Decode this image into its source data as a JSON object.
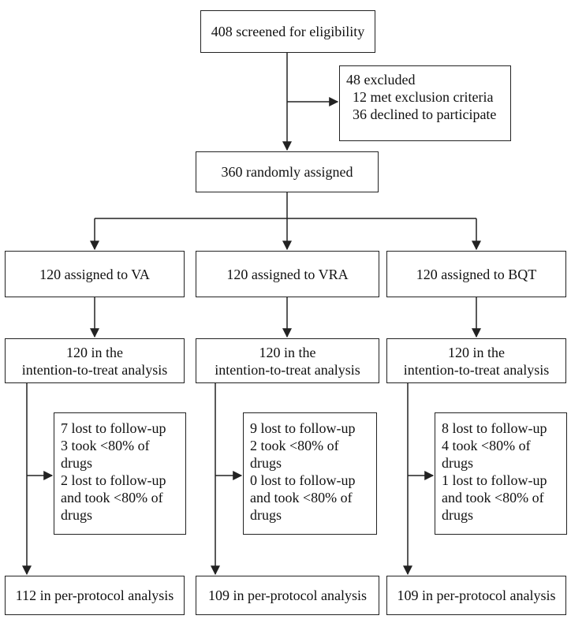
{
  "screened": "408 screened for eligibility",
  "excluded": {
    "title": "48 excluded",
    "reasons": [
      "12 met exclusion criteria",
      "36 declined to participate"
    ]
  },
  "randomized": "360 randomly assigned",
  "arms": [
    {
      "assigned": "120 assigned to VA",
      "itt": [
        "120 in the",
        "intention-to-treat analysis"
      ],
      "losses": [
        "7 lost to follow-up",
        "3 took <80% of",
        "drugs",
        "2 lost to follow-up",
        "and took <80% of",
        "drugs"
      ],
      "per_protocol": "112 in per-protocol analysis"
    },
    {
      "assigned": "120 assigned to VRA",
      "itt": [
        "120 in the",
        "intention-to-treat analysis"
      ],
      "losses": [
        "9 lost to follow-up",
        "2 took <80% of",
        "drugs",
        "0 lost to follow-up",
        "and took <80% of",
        "drugs"
      ],
      "per_protocol": "109 in per-protocol analysis"
    },
    {
      "assigned": "120 assigned to BQT",
      "itt": [
        "120 in the",
        "intention-to-treat analysis"
      ],
      "losses": [
        "8 lost to follow-up",
        "4 took <80% of",
        "drugs",
        "1 lost to follow-up",
        "and took <80% of",
        "drugs"
      ],
      "per_protocol": "109 in per-protocol analysis"
    }
  ]
}
